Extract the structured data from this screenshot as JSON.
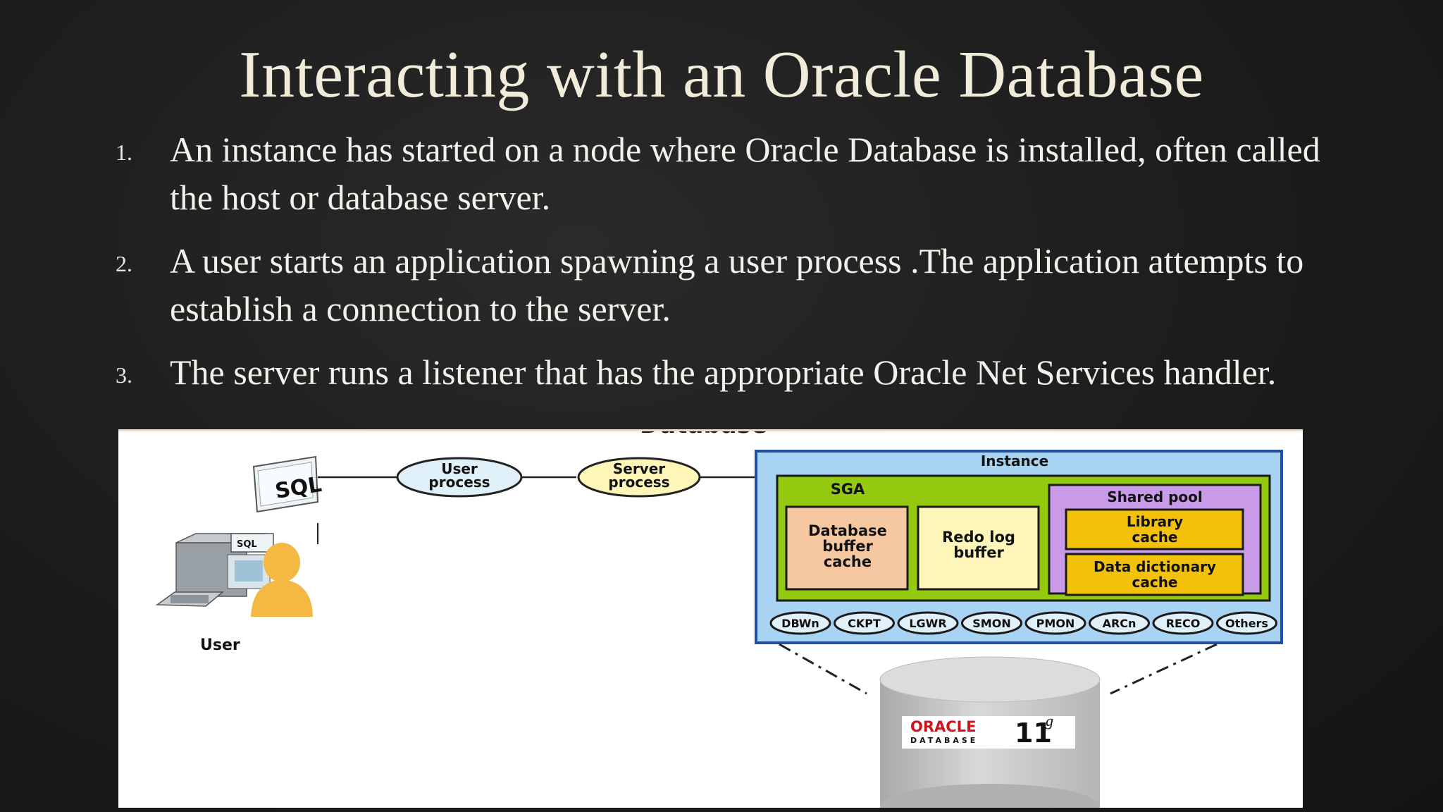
{
  "slide": {
    "title": "Interacting with an Oracle Database",
    "items": [
      {
        "number": "1.",
        "text": "An instance has started on a node where Oracle Database is installed, often called the host or database server."
      },
      {
        "number": "2.",
        "text": "A user starts an application spawning a user process .The application attempts to establish a connection to the server."
      },
      {
        "number": "3.",
        "text": "The server runs a listener that has the appropriate Oracle Net Services handler."
      }
    ]
  },
  "diagram": {
    "top_cut_label": "Database",
    "monitor_label": "SQL",
    "small_screen_label": "SQL",
    "user_label": "User",
    "user_process": [
      "User",
      "process"
    ],
    "server_process": [
      "Server",
      "process"
    ],
    "instance_label": "Instance",
    "sga_label": "SGA",
    "buffer_cache": [
      "Database",
      "buffer",
      "cache"
    ],
    "redo_log": [
      "Redo log",
      "buffer"
    ],
    "shared_pool_label": "Shared pool",
    "library_cache": [
      "Library",
      "cache"
    ],
    "dictionary_cache": [
      "Data dictionary",
      "cache"
    ],
    "processes": [
      "DBWn",
      "CKPT",
      "LGWR",
      "SMON",
      "PMON",
      "ARCn",
      "RECO",
      "Others"
    ],
    "db_logo_brand": "ORACLE",
    "db_logo_sub": "DATABASE",
    "db_logo_version": "11",
    "db_logo_sup": "g",
    "colors": {
      "instance_bg": "#a9d3f2",
      "instance_border": "#1f4fa8",
      "sga_bg": "#93c90e",
      "buffer_cache_bg": "#f6c8a2",
      "redo_bg": "#fdf6b8",
      "shared_pool_bg": "#c89ae8",
      "cache_bg": "#f4c10a",
      "ellipse_bg": "#dff0f8",
      "server_ellipse_bg": "#fdf6b8",
      "oracle_red": "#d0141c"
    }
  }
}
